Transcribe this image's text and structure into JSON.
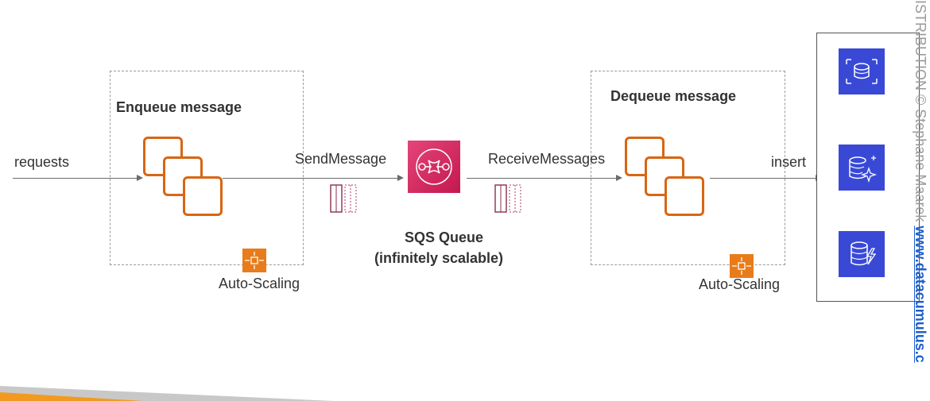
{
  "labels": {
    "requests": "requests",
    "send_message": "SendMessage",
    "receive_messages": "ReceiveMessages",
    "insert": "insert",
    "enqueue_title": "Enqueue message",
    "dequeue_title": "Dequeue message",
    "auto_scaling_left": "Auto-Scaling",
    "auto_scaling_right": "Auto-Scaling",
    "sqs_title": "SQS Queue",
    "sqs_subtitle": "(infinitely scalable)"
  },
  "watermark": {
    "prefix": "ISTRIBUTION © Stephane Maarek",
    "url": "www.datacumulus.c"
  },
  "colors": {
    "ec2_orange": "#d86613",
    "asg_orange": "#e87c1a",
    "sqs_pink": "#d6245f",
    "db_blue": "#3949d6",
    "message_purple": "#8a2d52",
    "url_blue": "#1f5fc9"
  },
  "icons": {
    "ec2": "ec2-instances-icon",
    "asg": "auto-scaling-icon",
    "sqs": "sqs-queue-icon",
    "message": "message-icon",
    "rds": "rds-icon",
    "aurora": "aurora-icon",
    "dynamodb": "dynamodb-icon"
  }
}
